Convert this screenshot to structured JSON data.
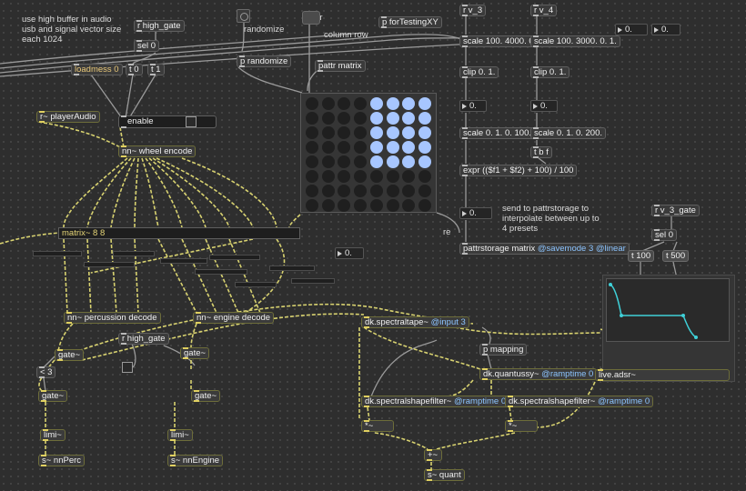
{
  "comments": {
    "buffer_note": "use high buffer in audio\nusb and signal vector size\neach 1024",
    "randomize": "randomize",
    "clear": "clear",
    "column_row": "column row",
    "send_note": "send to pattrstorage to\ninterpolate between up to\n4 presets"
  },
  "objects": {
    "r_high_gate_top": "r high_gate",
    "sel0_top": "sel 0",
    "loadmess": "loadmess 0",
    "t0": "t 0",
    "t1": "t 1",
    "p_randomize": "p randomize",
    "pattr_matrix": "pattr matrix",
    "p_fortestingxy": "p forTestingXY",
    "r_v3": "r v_3",
    "r_v4": "r v_4",
    "scale1": "scale 100. 4000. 0.",
    "scale2": "scale 100. 3000. 0. 1.",
    "clip1": "clip 0. 1.",
    "clip2": "clip 0. 1.",
    "scale3": "scale 0. 1. 0. 100.",
    "scale4": "scale 0. 1. 0. 200.",
    "tbf": "t b f",
    "expr": "expr (($f1 + $f2) + 100) / 100",
    "pattrstorage_prefix": "pattrstorage matrix ",
    "pattrstorage_attr1": "@savemode 3",
    "pattrstorage_attr2": "@linear",
    "r_player_audio": "r~ playerAudio",
    "enable": "enable",
    "wheel_encode": "nn~ wheel encode",
    "matrix": "matrix~ 8 8",
    "percussion_decode": "nn~ percussion decode",
    "engine_decode": "nn~ engine decode",
    "r_high_gate_mid": "r high_gate",
    "gate_l1": "gate~",
    "lt3": "< 3",
    "gate_l2": "gate~",
    "limi_l": "limi~",
    "s_nnperc": "s~ nnPerc",
    "gate_r1": "gate~",
    "gate_r2": "gate~",
    "limi_r": "limi~",
    "s_nnengine": "s~ nnEngine",
    "spectral_tape_prefix": "dk.spectraltape~ ",
    "spectral_tape_attr": "@input 3",
    "p_mapping": "p mapping",
    "quantussy_prefix": "dk.quantussy~ ",
    "quantussy_attr": "@ramptime 0",
    "shapefilter1_prefix": "dk.spectralshapefilter~ ",
    "shapefilter1_attr": "@ramptime 0",
    "shapefilter2_prefix": "dk.spectralshapefilter~ ",
    "shapefilter2_attr": "@ramptime 0",
    "mul1": "*~",
    "mul2": "*~",
    "plus": "+~",
    "s_quant": "s~ quant",
    "r_v3_gate": "r v_3_gate",
    "sel0_right": "sel 0",
    "t100": "t 100",
    "t500": "t 500",
    "live_adsr": "live.adsr~",
    "re_label": "re"
  },
  "numbers": {
    "num_r1": "0.",
    "num_r2": "0.",
    "num_c1": "0.",
    "num_c2": "0.",
    "num_send": "0.",
    "num_sig": "0."
  },
  "matrixctrl": {
    "rows": 8,
    "cols": 8,
    "active_cells": [
      [
        0,
        4
      ],
      [
        0,
        5
      ],
      [
        0,
        6
      ],
      [
        0,
        7
      ],
      [
        1,
        4
      ],
      [
        1,
        5
      ],
      [
        1,
        6
      ],
      [
        1,
        7
      ],
      [
        2,
        4
      ],
      [
        2,
        5
      ],
      [
        2,
        6
      ],
      [
        2,
        7
      ],
      [
        3,
        4
      ],
      [
        3,
        5
      ],
      [
        3,
        6
      ],
      [
        3,
        7
      ],
      [
        4,
        4
      ],
      [
        4,
        5
      ],
      [
        4,
        6
      ],
      [
        4,
        7
      ]
    ]
  },
  "colors": {
    "canvas": "#2e2e2e",
    "patch_cord": "#9a9a9a",
    "signal_cord": "#d8d270",
    "active_cell": "#a7c6ff",
    "attr_text": "#8cc4ff",
    "adsr_line": "#3fd0d8"
  }
}
